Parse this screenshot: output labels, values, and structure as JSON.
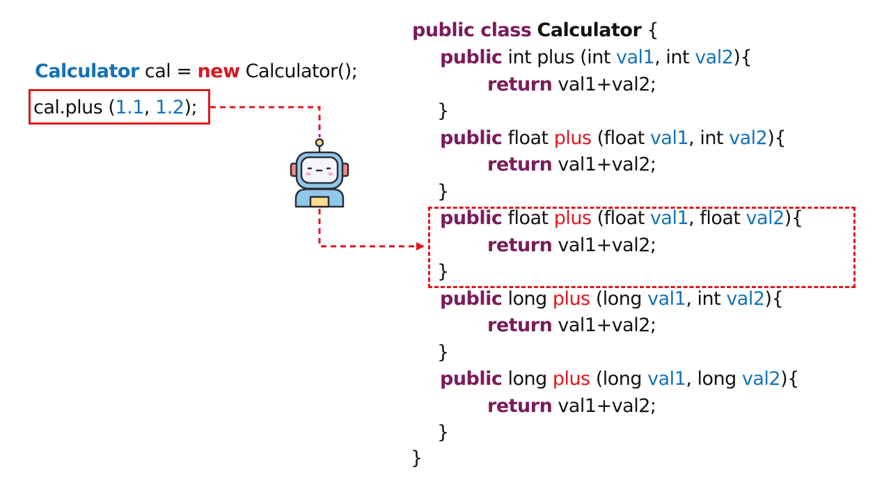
{
  "caller": {
    "type_name": "Calculator",
    "decl_rest": " cal = ",
    "new_kw": "new",
    "ctor": " Calculator();",
    "call_prefix": "cal.plus (",
    "arg1": "1.1",
    "comma": ", ",
    "arg2": "1.2",
    "call_suffix": ");"
  },
  "class_def": {
    "header_kw": "public class",
    "class_name": "Calculator",
    "open_brace": " {",
    "close_brace": "}",
    "methods": [
      {
        "kw": "public",
        "ret": " int",
        "name": " plus",
        "paren": " (",
        "t1": "int ",
        "p1": "val1",
        "sep": ", ",
        "t2": "int ",
        "p2": "val2",
        "end": "){",
        "body_kw": "return",
        "body": " val1+val2;",
        "close": "}",
        "name_red": false
      },
      {
        "kw": "public",
        "ret": " float",
        "name": " plus",
        "paren": " (",
        "t1": "float ",
        "p1": "val1",
        "sep": ", ",
        "t2": "int ",
        "p2": "val2",
        "end": "){",
        "body_kw": "return",
        "body": " val1+val2;",
        "close": "}",
        "name_red": true
      },
      {
        "kw": "public",
        "ret": " float",
        "name": " plus",
        "paren": " (",
        "t1": "float ",
        "p1": "val1",
        "sep": ", ",
        "t2": "float ",
        "p2": "val2",
        "end": "){",
        "body_kw": "return",
        "body": " val1+val2;",
        "close": "}",
        "name_red": true
      },
      {
        "kw": "public",
        "ret": " long",
        "name": " plus",
        "paren": " (",
        "t1": "long ",
        "p1": "val1",
        "sep": ", ",
        "t2": "int ",
        "p2": "val2",
        "end": "){",
        "body_kw": "return",
        "body": " val1+val2;",
        "close": "}",
        "name_red": true
      },
      {
        "kw": "public",
        "ret": " long",
        "name": " plus",
        "paren": " (",
        "t1": "long ",
        "p1": "val1",
        "sep": ", ",
        "t2": "long ",
        "p2": "val2",
        "end": "){",
        "body_kw": "return",
        "body": " val1+val2;",
        "close": "}",
        "name_red": true
      }
    ]
  },
  "robot_icon": "robot-icon",
  "colors": {
    "keyword": "#7a1c5c",
    "type": "#1572b6",
    "highlight": "#e0161e"
  }
}
